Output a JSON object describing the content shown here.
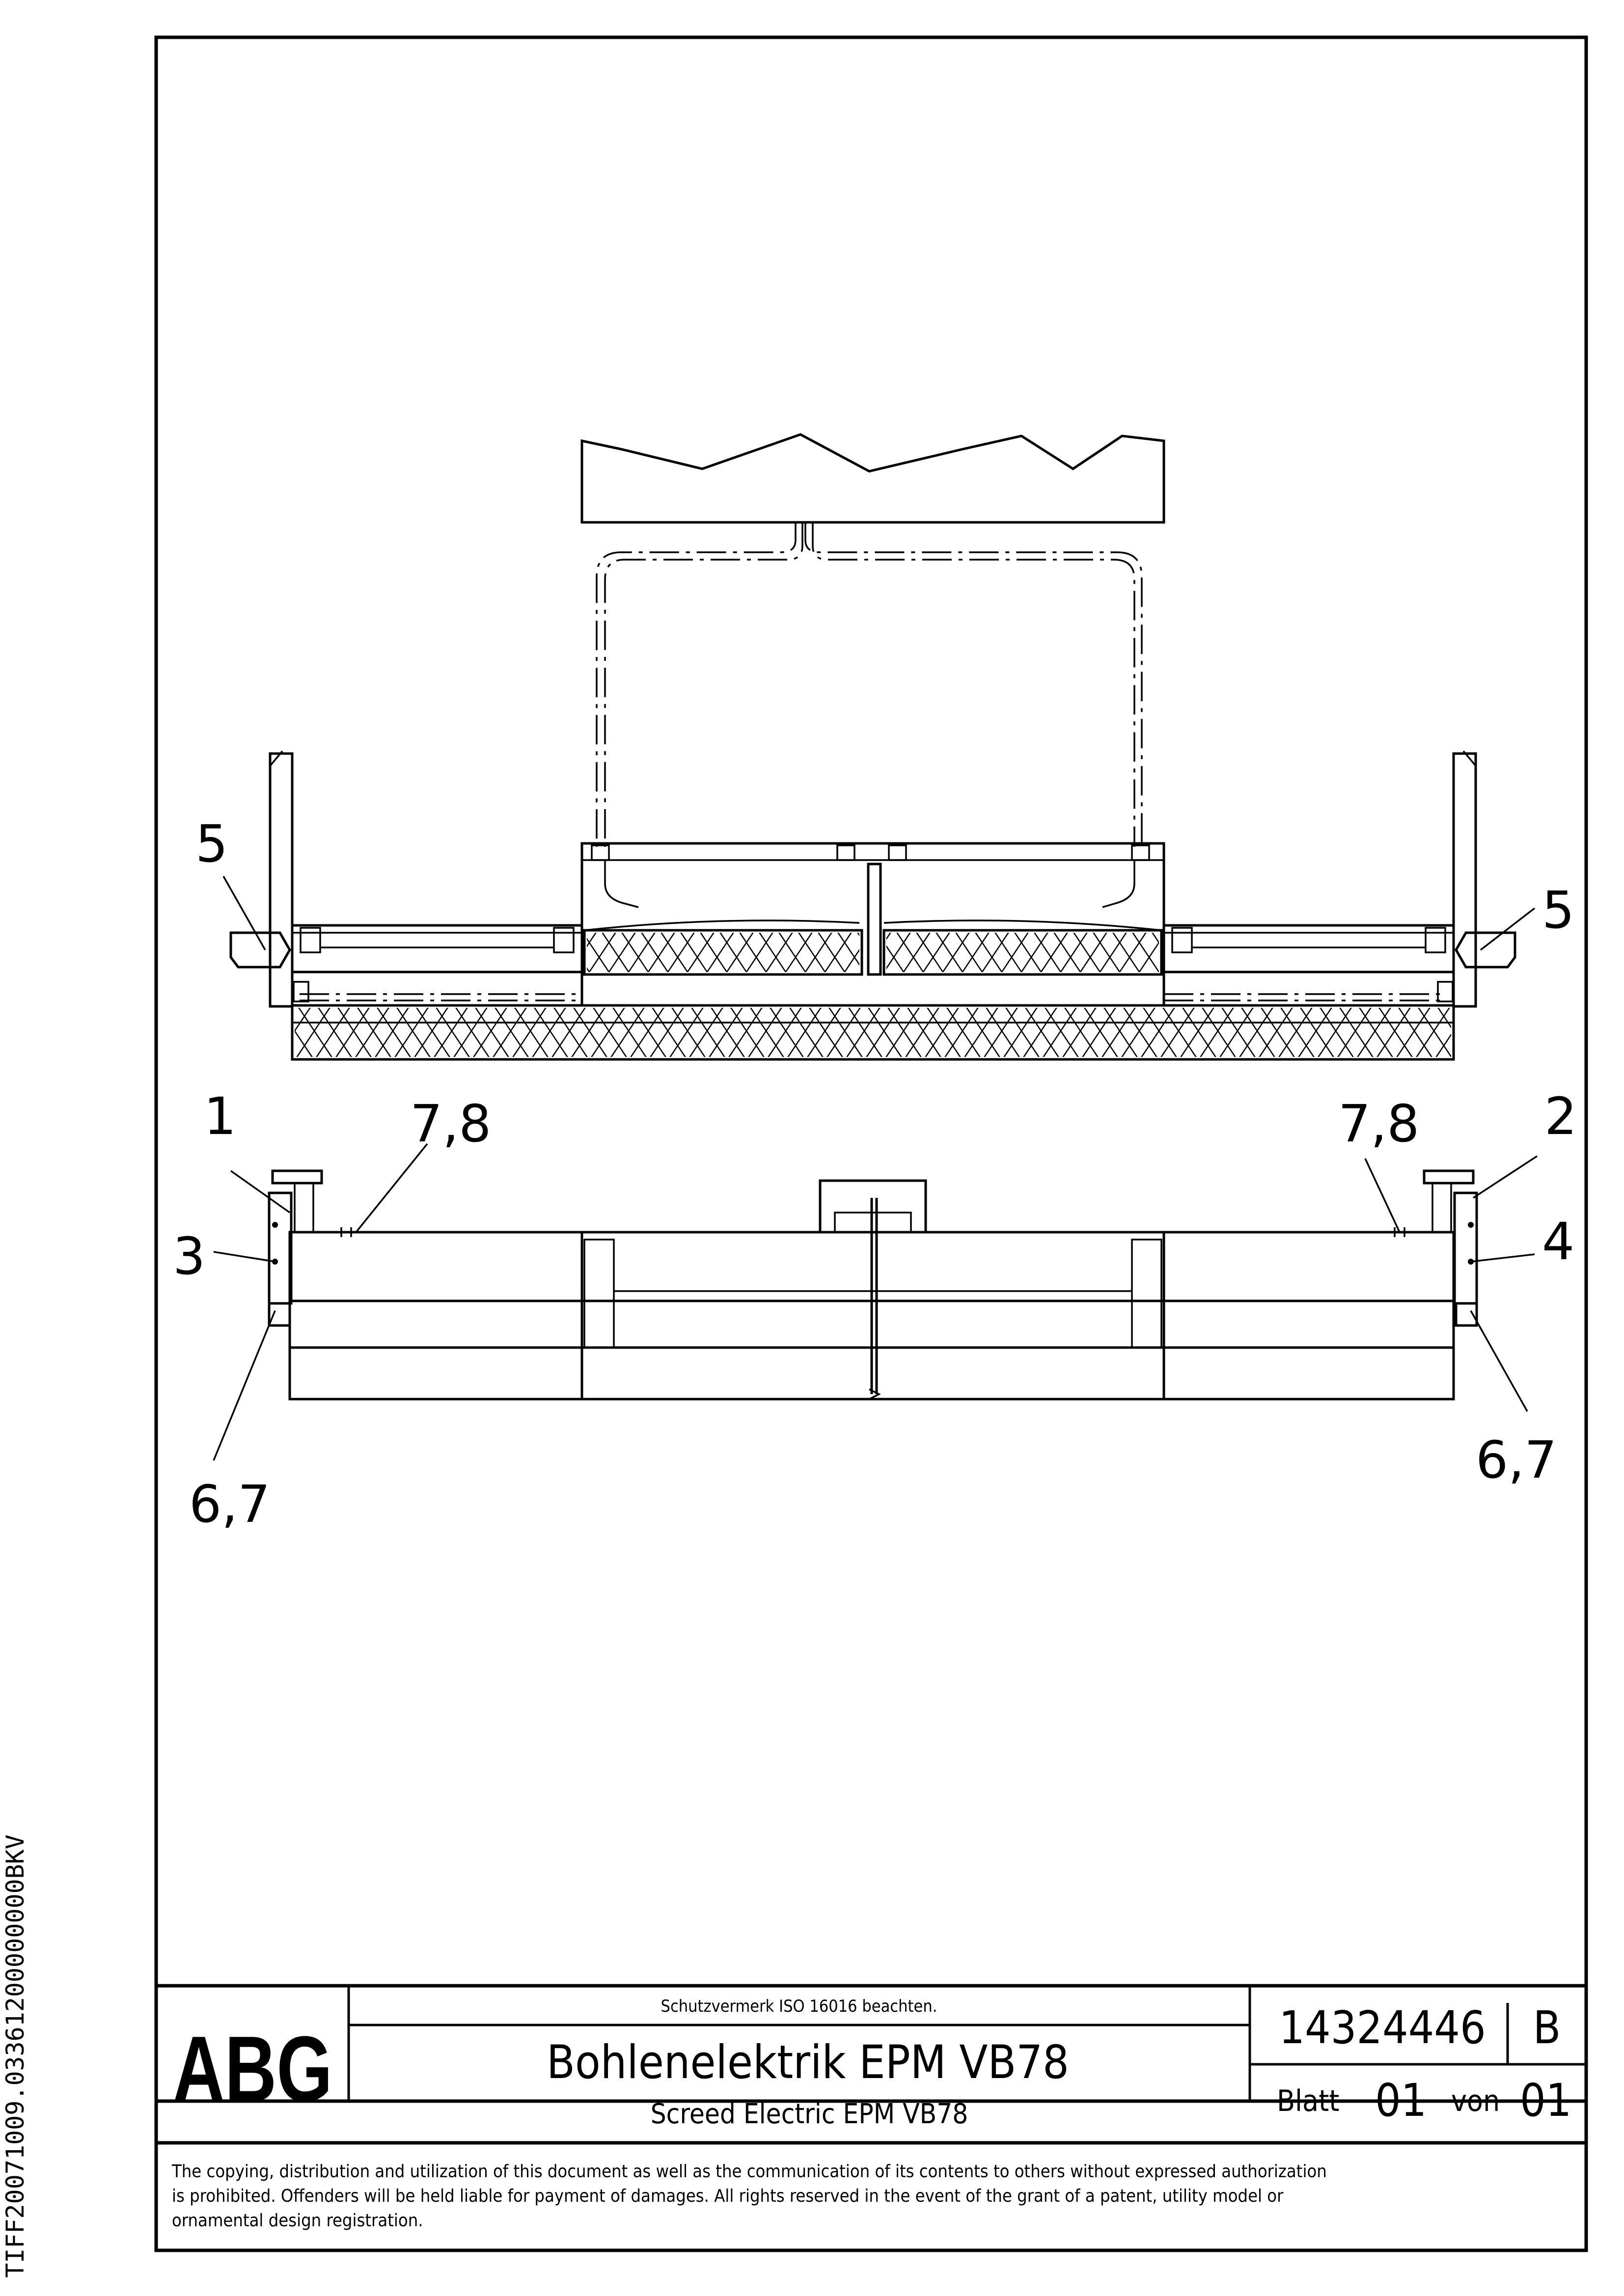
{
  "callouts": {
    "top_left_5": "5",
    "top_right_5": "5",
    "c1": "1",
    "c2": "2",
    "c3": "3",
    "c4": "4",
    "c78_left": "7,8",
    "c78_right": "7,8",
    "c67_left": "6,7",
    "c67_right": "6,7"
  },
  "title_block": {
    "logo": "ABG",
    "protection_note": "Schutzvermerk ISO 16016 beachten.",
    "title_de": "Bohlenelektrik EPM VB78",
    "title_en": "Screed Electric EPM VB78",
    "drawing_number": "14324446",
    "revision": "B",
    "sheet_label": "Blatt",
    "sheet_number": "01",
    "of_label": "von",
    "sheet_total": "01"
  },
  "legal_notice": [
    "The copying, distribution and utilization of this document as well as the communication of its contents to others without expressed authorization",
    "is prohibited. Offenders will be held liable for payment of damages. All rights reserved in the event of the grant of a patent, utility model or",
    "ornamental design registration."
  ],
  "side_code": "TIFF20071009.03361200000000BKV"
}
